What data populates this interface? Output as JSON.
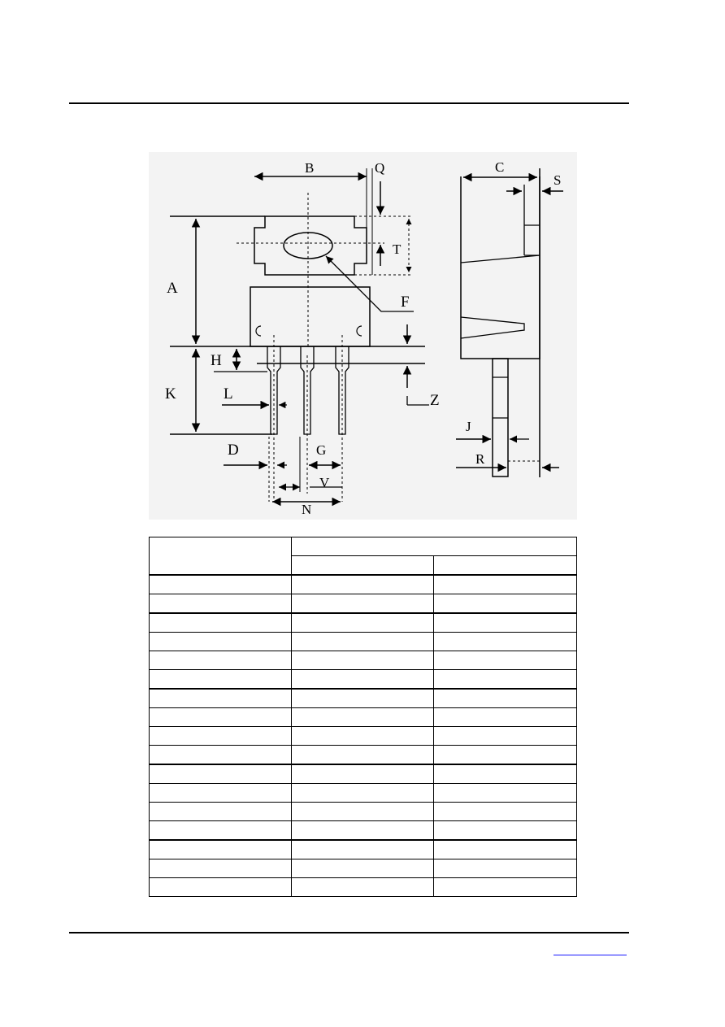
{
  "figure": {
    "labels": {
      "A": "A",
      "B": "B",
      "C": "C",
      "D": "D",
      "F": "F",
      "G": "G",
      "H": "H",
      "J": "J",
      "K": "K",
      "L": "L",
      "N": "N",
      "Q": "Q",
      "R": "R",
      "S": "S",
      "T": "T",
      "V": "V",
      "Z": "Z"
    }
  },
  "table": {
    "header": {
      "dim": "",
      "group": "",
      "min": "",
      "max": ""
    },
    "rows": [
      [
        "",
        "",
        ""
      ],
      [
        "",
        "",
        ""
      ],
      [
        "",
        "",
        ""
      ],
      [
        "",
        "",
        ""
      ],
      [
        "",
        "",
        ""
      ],
      [
        "",
        "",
        ""
      ],
      [
        "",
        "",
        ""
      ],
      [
        "",
        "",
        ""
      ],
      [
        "",
        "",
        ""
      ],
      [
        "",
        "",
        ""
      ],
      [
        "",
        "",
        ""
      ],
      [
        "",
        "",
        ""
      ],
      [
        "",
        "",
        ""
      ],
      [
        "",
        "",
        ""
      ],
      [
        "",
        "",
        ""
      ],
      [
        "",
        "",
        ""
      ],
      [
        "",
        "",
        ""
      ]
    ]
  },
  "footer": {
    "link_text": ""
  }
}
